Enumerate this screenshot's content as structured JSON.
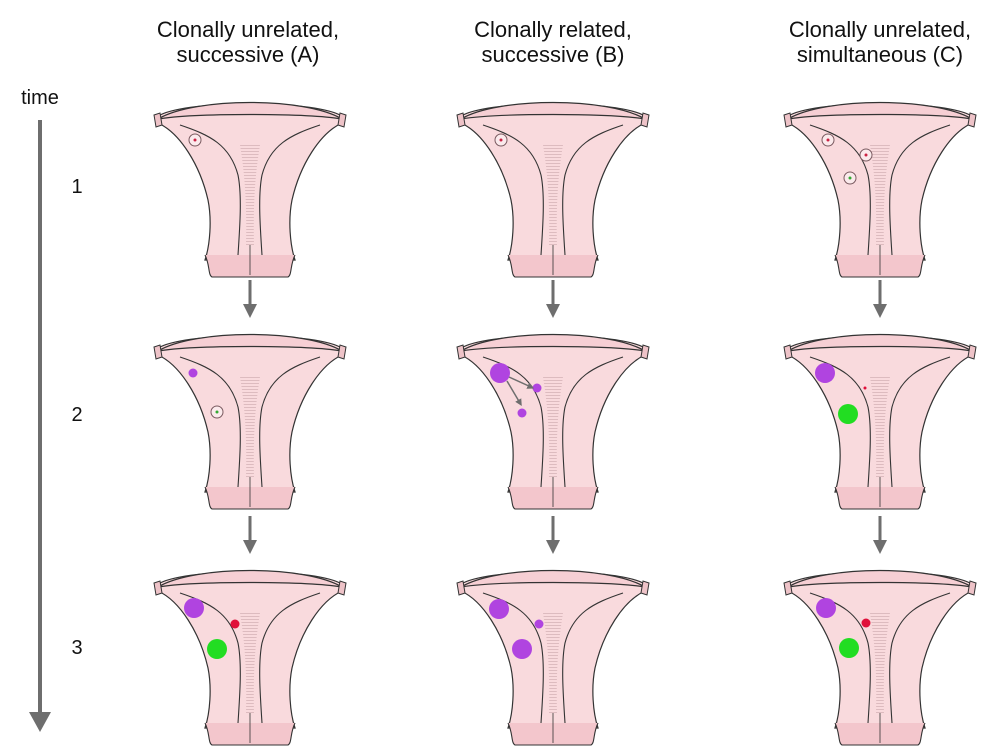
{
  "columns": [
    {
      "title_line1": "Clonally unrelated,",
      "title_line2": "successive (A)"
    },
    {
      "title_line1": "Clonally related,",
      "title_line2": "successive (B)"
    },
    {
      "title_line1": "Clonally unrelated,",
      "title_line2": "simultaneous (C)"
    }
  ],
  "time_label": "time",
  "rows": [
    "1",
    "2",
    "3"
  ],
  "colors": {
    "tissue_fill": "#f9dadd",
    "tissue_stroke": "#333333",
    "arrow": "#6e6e6e",
    "purple_clone": "#b044e0",
    "green_clone": "#22dd22",
    "red_clone": "#e0103a",
    "cell_ring": "#7a5a60"
  },
  "panels": [
    {
      "column": 0,
      "row": 0,
      "items": [
        {
          "kind": "cell",
          "dot": "#cc2244"
        }
      ]
    },
    {
      "column": 1,
      "row": 0,
      "items": [
        {
          "kind": "cell",
          "dot": "#cc2244"
        }
      ]
    },
    {
      "column": 2,
      "row": 0,
      "items": [
        {
          "kind": "cell",
          "dot": "#cc2244"
        },
        {
          "kind": "cell",
          "dot": "#cc2244"
        },
        {
          "kind": "cell",
          "dot": "#33aa33"
        }
      ]
    },
    {
      "column": 0,
      "row": 1,
      "items": [
        {
          "kind": "small-lesion",
          "color": "purple"
        },
        {
          "kind": "cell",
          "dot": "#33aa33"
        }
      ]
    },
    {
      "column": 1,
      "row": 1,
      "items": [
        {
          "kind": "lesion",
          "color": "purple"
        },
        {
          "kind": "small-lesion",
          "color": "purple"
        },
        {
          "kind": "small-lesion",
          "color": "purple"
        },
        {
          "kind": "spread-arrows"
        }
      ]
    },
    {
      "column": 2,
      "row": 1,
      "items": [
        {
          "kind": "lesion",
          "color": "purple"
        },
        {
          "kind": "lesion",
          "color": "green"
        },
        {
          "kind": "tiny-dot",
          "color": "red"
        }
      ]
    },
    {
      "column": 0,
      "row": 2,
      "items": [
        {
          "kind": "lesion",
          "color": "purple"
        },
        {
          "kind": "lesion",
          "color": "green"
        },
        {
          "kind": "small-lesion",
          "color": "red"
        }
      ]
    },
    {
      "column": 1,
      "row": 2,
      "items": [
        {
          "kind": "lesion",
          "color": "purple"
        },
        {
          "kind": "lesion",
          "color": "purple"
        },
        {
          "kind": "small-lesion",
          "color": "purple"
        }
      ]
    },
    {
      "column": 2,
      "row": 2,
      "items": [
        {
          "kind": "lesion",
          "color": "purple"
        },
        {
          "kind": "lesion",
          "color": "green"
        },
        {
          "kind": "small-lesion",
          "color": "red"
        }
      ]
    }
  ]
}
